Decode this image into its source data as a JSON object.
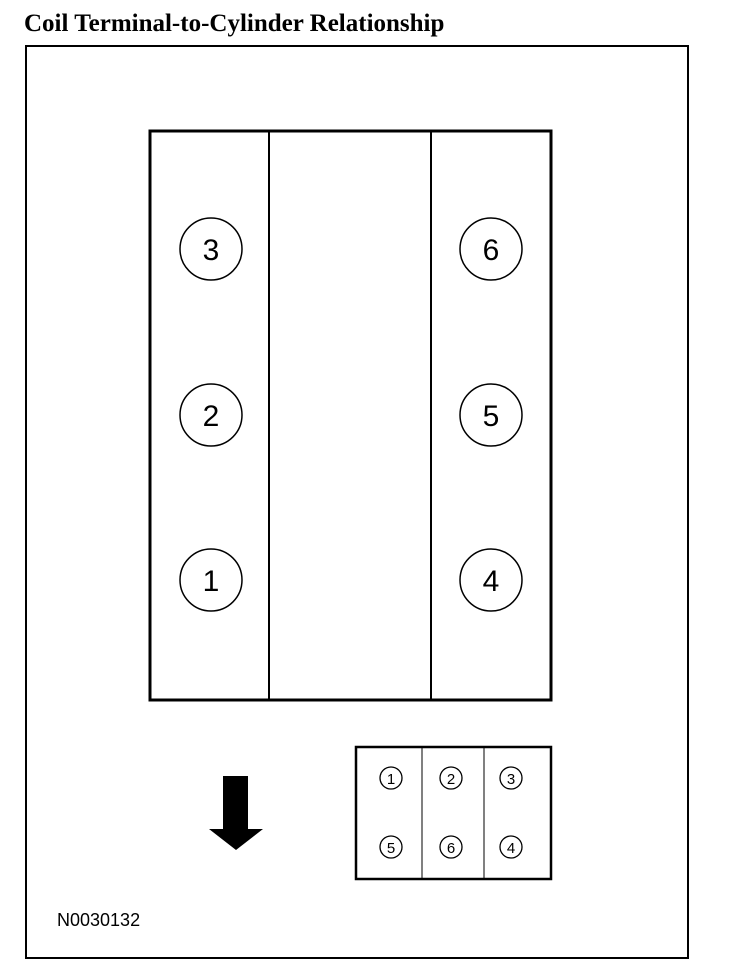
{
  "title": "Coil Terminal-to-Cylinder Relationship",
  "engine_block": {
    "left_bank": [
      "3",
      "2",
      "1"
    ],
    "right_bank": [
      "6",
      "5",
      "4"
    ]
  },
  "coil_terminals": {
    "top_row": [
      "1",
      "2",
      "3"
    ],
    "bottom_row": [
      "5",
      "6",
      "4"
    ]
  },
  "figure_code": "N0030132",
  "icons": {
    "direction_arrow": "down-arrow-icon"
  }
}
